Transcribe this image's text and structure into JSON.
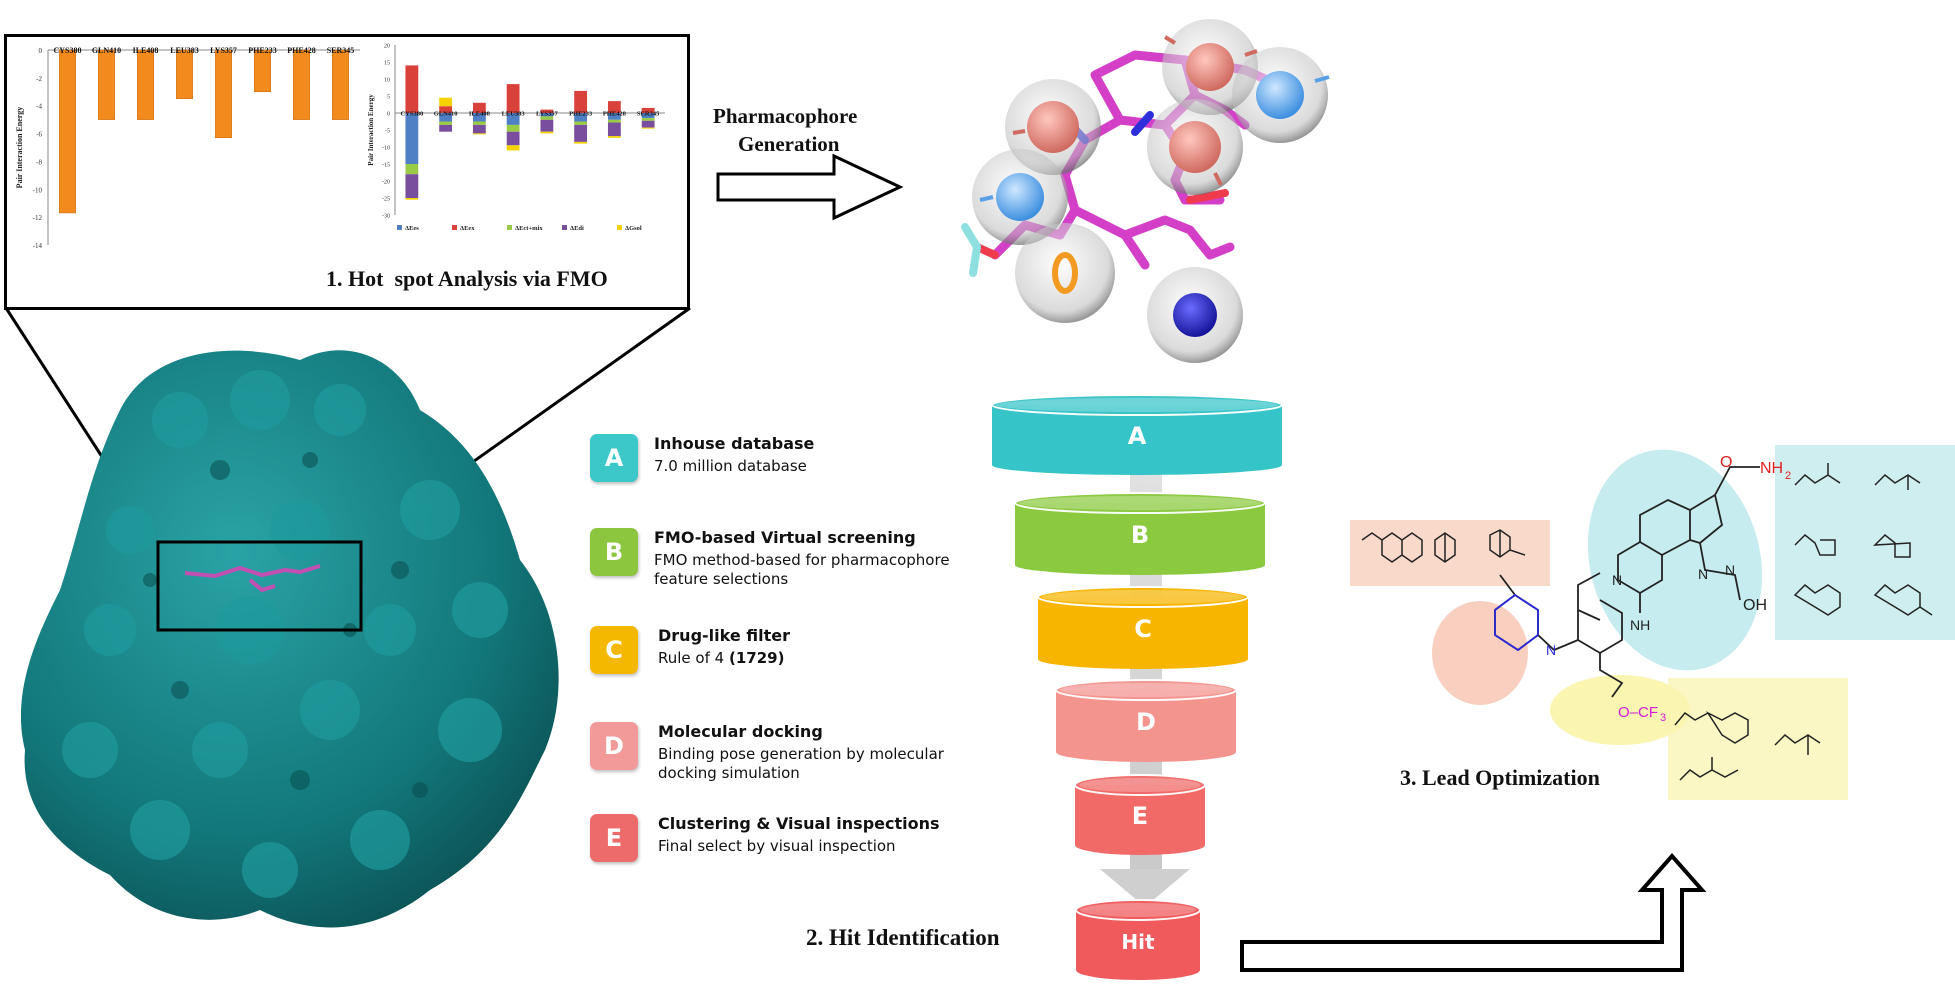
{
  "steps": {
    "hotspot": "1. Hot  spot Analysis via FMO",
    "pharmacophore_line1": "Pharmacophore",
    "pharmacophore_line2": "Generation",
    "hit": "2. Hit Identification",
    "lead": "3. Lead Optimization"
  },
  "legend": [
    {
      "letter": "A",
      "title": "Inhouse database",
      "desc": "7.0 million database",
      "color": "#3cc8c8"
    },
    {
      "letter": "B",
      "title": "FMO-based Virtual screening",
      "desc": "FMO method-based for pharmacophore feature selections",
      "color": "#8cc63f"
    },
    {
      "letter": "C",
      "title": "Drug-like filter",
      "desc": "Rule of 4 (1729)",
      "color": "#f5b800"
    },
    {
      "letter": "D",
      "title": "Molecular docking",
      "desc": "Binding pose generation by molecular docking simulation",
      "color": "#f29a9a"
    },
    {
      "letter": "E",
      "title": "Clustering & Visual inspections",
      "desc": "Final select by visual inspection",
      "color": "#ee6b6b"
    }
  ],
  "funnel": [
    {
      "label": "A",
      "color": "#35c4c8"
    },
    {
      "label": "B",
      "color": "#8bc93f"
    },
    {
      "label": "C",
      "color": "#f7b500"
    },
    {
      "label": "D",
      "color": "#f4948f"
    },
    {
      "label": "E",
      "color": "#f16a67"
    },
    {
      "label": "Hit",
      "color": "#f05a5c"
    }
  ],
  "chart_data": [
    {
      "type": "bar",
      "ylabel": "Pair Interaction Energy",
      "categories": [
        "CYS380",
        "GLN410",
        "ILE408",
        "LEU383",
        "LYS357",
        "PHE233",
        "PHE428",
        "SER345"
      ],
      "values": [
        -11.7,
        -5.0,
        -5.0,
        -3.5,
        -6.3,
        -3.0,
        -5.0,
        -5.0
      ],
      "ylim": [
        -14,
        0
      ],
      "yticks": [
        "0",
        "-2",
        "-4",
        "-6",
        "-8",
        "-10",
        "-12",
        "-14"
      ],
      "color": "#f28a1e"
    },
    {
      "type": "bar",
      "ylabel": "Pair Interaction Energy",
      "categories": [
        "CYS380",
        "GLN410",
        "ILE408",
        "LEU383",
        "LYS357",
        "PHE233",
        "PHE428",
        "SER345"
      ],
      "ylim": [
        -30,
        20
      ],
      "yticks": [
        "20",
        "15",
        "10",
        "5",
        "0",
        "-5",
        "-10",
        "-15",
        "-20",
        "-25",
        "-30"
      ],
      "legend": [
        "ΔEes",
        "ΔEex",
        "ΔEct+mix",
        "ΔEdi",
        "ΔGsol"
      ],
      "series": [
        {
          "name": "ΔEes",
          "color": "#4f7fc4",
          "values": [
            -15,
            -2.5,
            -2.5,
            -3.5,
            -1,
            -2.5,
            -2,
            -1.5
          ]
        },
        {
          "name": "ΔEex",
          "color": "#d9413b",
          "values": [
            14,
            2,
            3,
            8.5,
            1,
            6.5,
            3.5,
            1.5
          ]
        },
        {
          "name": "ΔEct+mix",
          "color": "#9acb47",
          "values": [
            -3,
            -1,
            -1,
            -2,
            -1,
            -1,
            -0.8,
            -0.8
          ]
        },
        {
          "name": "ΔEdi",
          "color": "#7a4e9e",
          "values": [
            -7,
            -2,
            -2.5,
            -4,
            -3.5,
            -5,
            -4,
            -2
          ]
        },
        {
          "name": "ΔGsol",
          "color": "#f5d300",
          "values": [
            -0.5,
            2.5,
            -0.3,
            -1.5,
            -0.5,
            -0.5,
            -0.5,
            -0.3
          ]
        }
      ]
    }
  ]
}
